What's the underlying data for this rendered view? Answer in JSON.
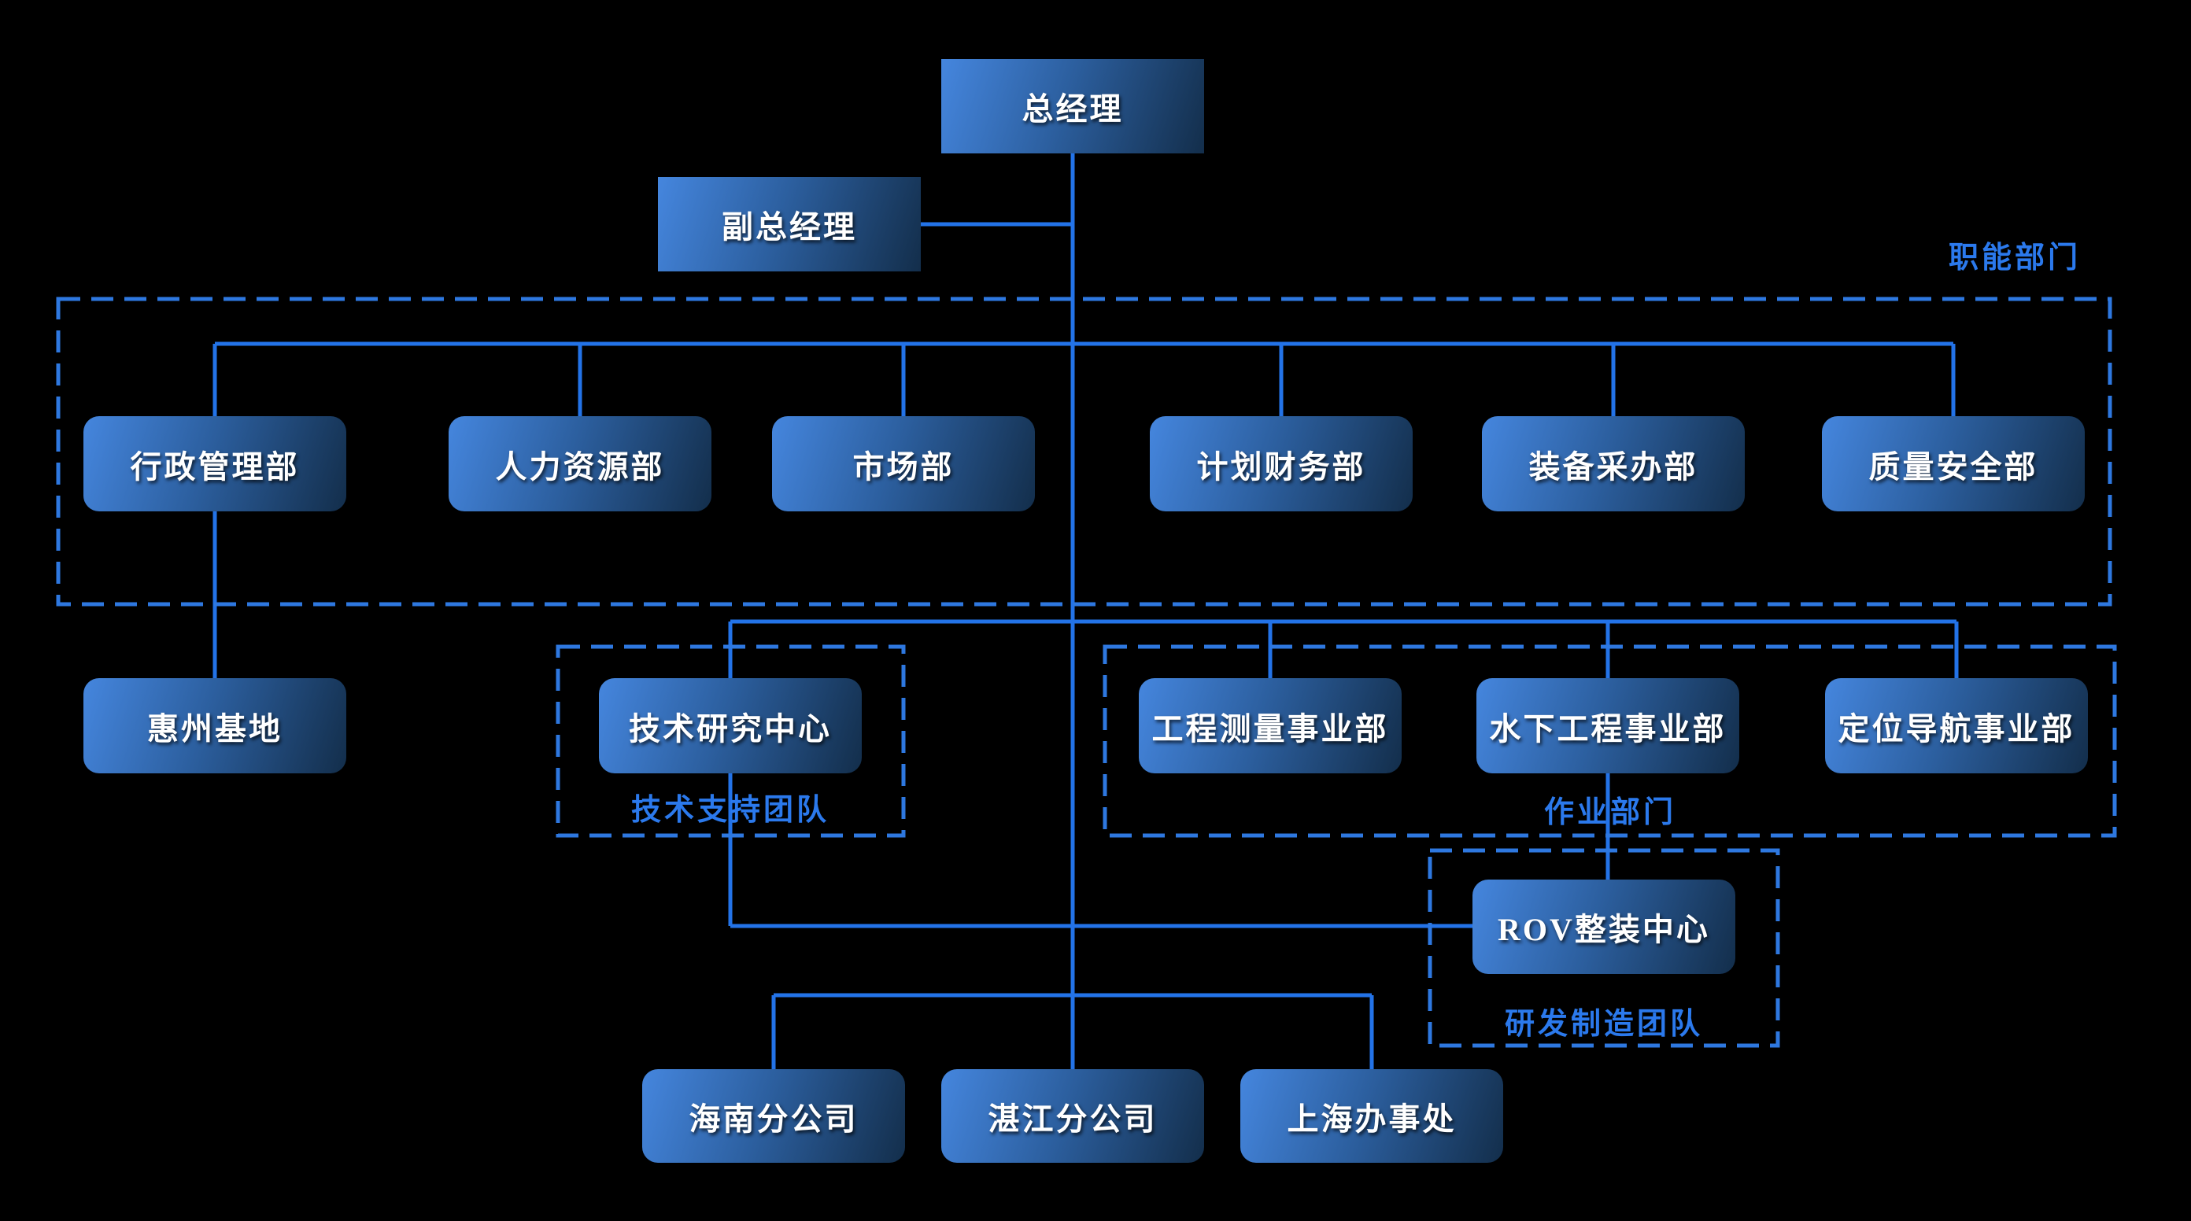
{
  "canvas": {
    "background_color": "#000000",
    "connector_color": "#2373e8",
    "group_border_color": "#2e78e0",
    "group_label_color": "#2b79ec",
    "node_text_color": "#ffffff",
    "node_gradient_start": "#4586de",
    "node_gradient_end": "#132e4b"
  },
  "nodes": {
    "gm": {
      "label": "总经理"
    },
    "vgm": {
      "label": "副总经理"
    },
    "admin": {
      "label": "行政管理部"
    },
    "hr": {
      "label": "人力资源部"
    },
    "marketing": {
      "label": "市场部"
    },
    "finance": {
      "label": "计划财务部"
    },
    "equipment": {
      "label": "装备采办部"
    },
    "quality": {
      "label": "质量安全部"
    },
    "huizhou": {
      "label": "惠州基地"
    },
    "tech_center": {
      "label": "技术研究中心"
    },
    "survey": {
      "label": "工程测量事业部"
    },
    "underwater": {
      "label": "水下工程事业部"
    },
    "navigation": {
      "label": "定位导航事业部"
    },
    "rov": {
      "label": "ROV整装中心"
    },
    "hainan": {
      "label": "海南分公司"
    },
    "zhanjiang": {
      "label": "湛江分公司"
    },
    "shanghai": {
      "label": "上海办事处"
    }
  },
  "groups": {
    "functional": {
      "label": "职能部门"
    },
    "tech_support": {
      "label": "技术支持团队"
    },
    "operations": {
      "label": "作业部门"
    },
    "rd_manufacturing": {
      "label": "研发制造团队"
    }
  }
}
